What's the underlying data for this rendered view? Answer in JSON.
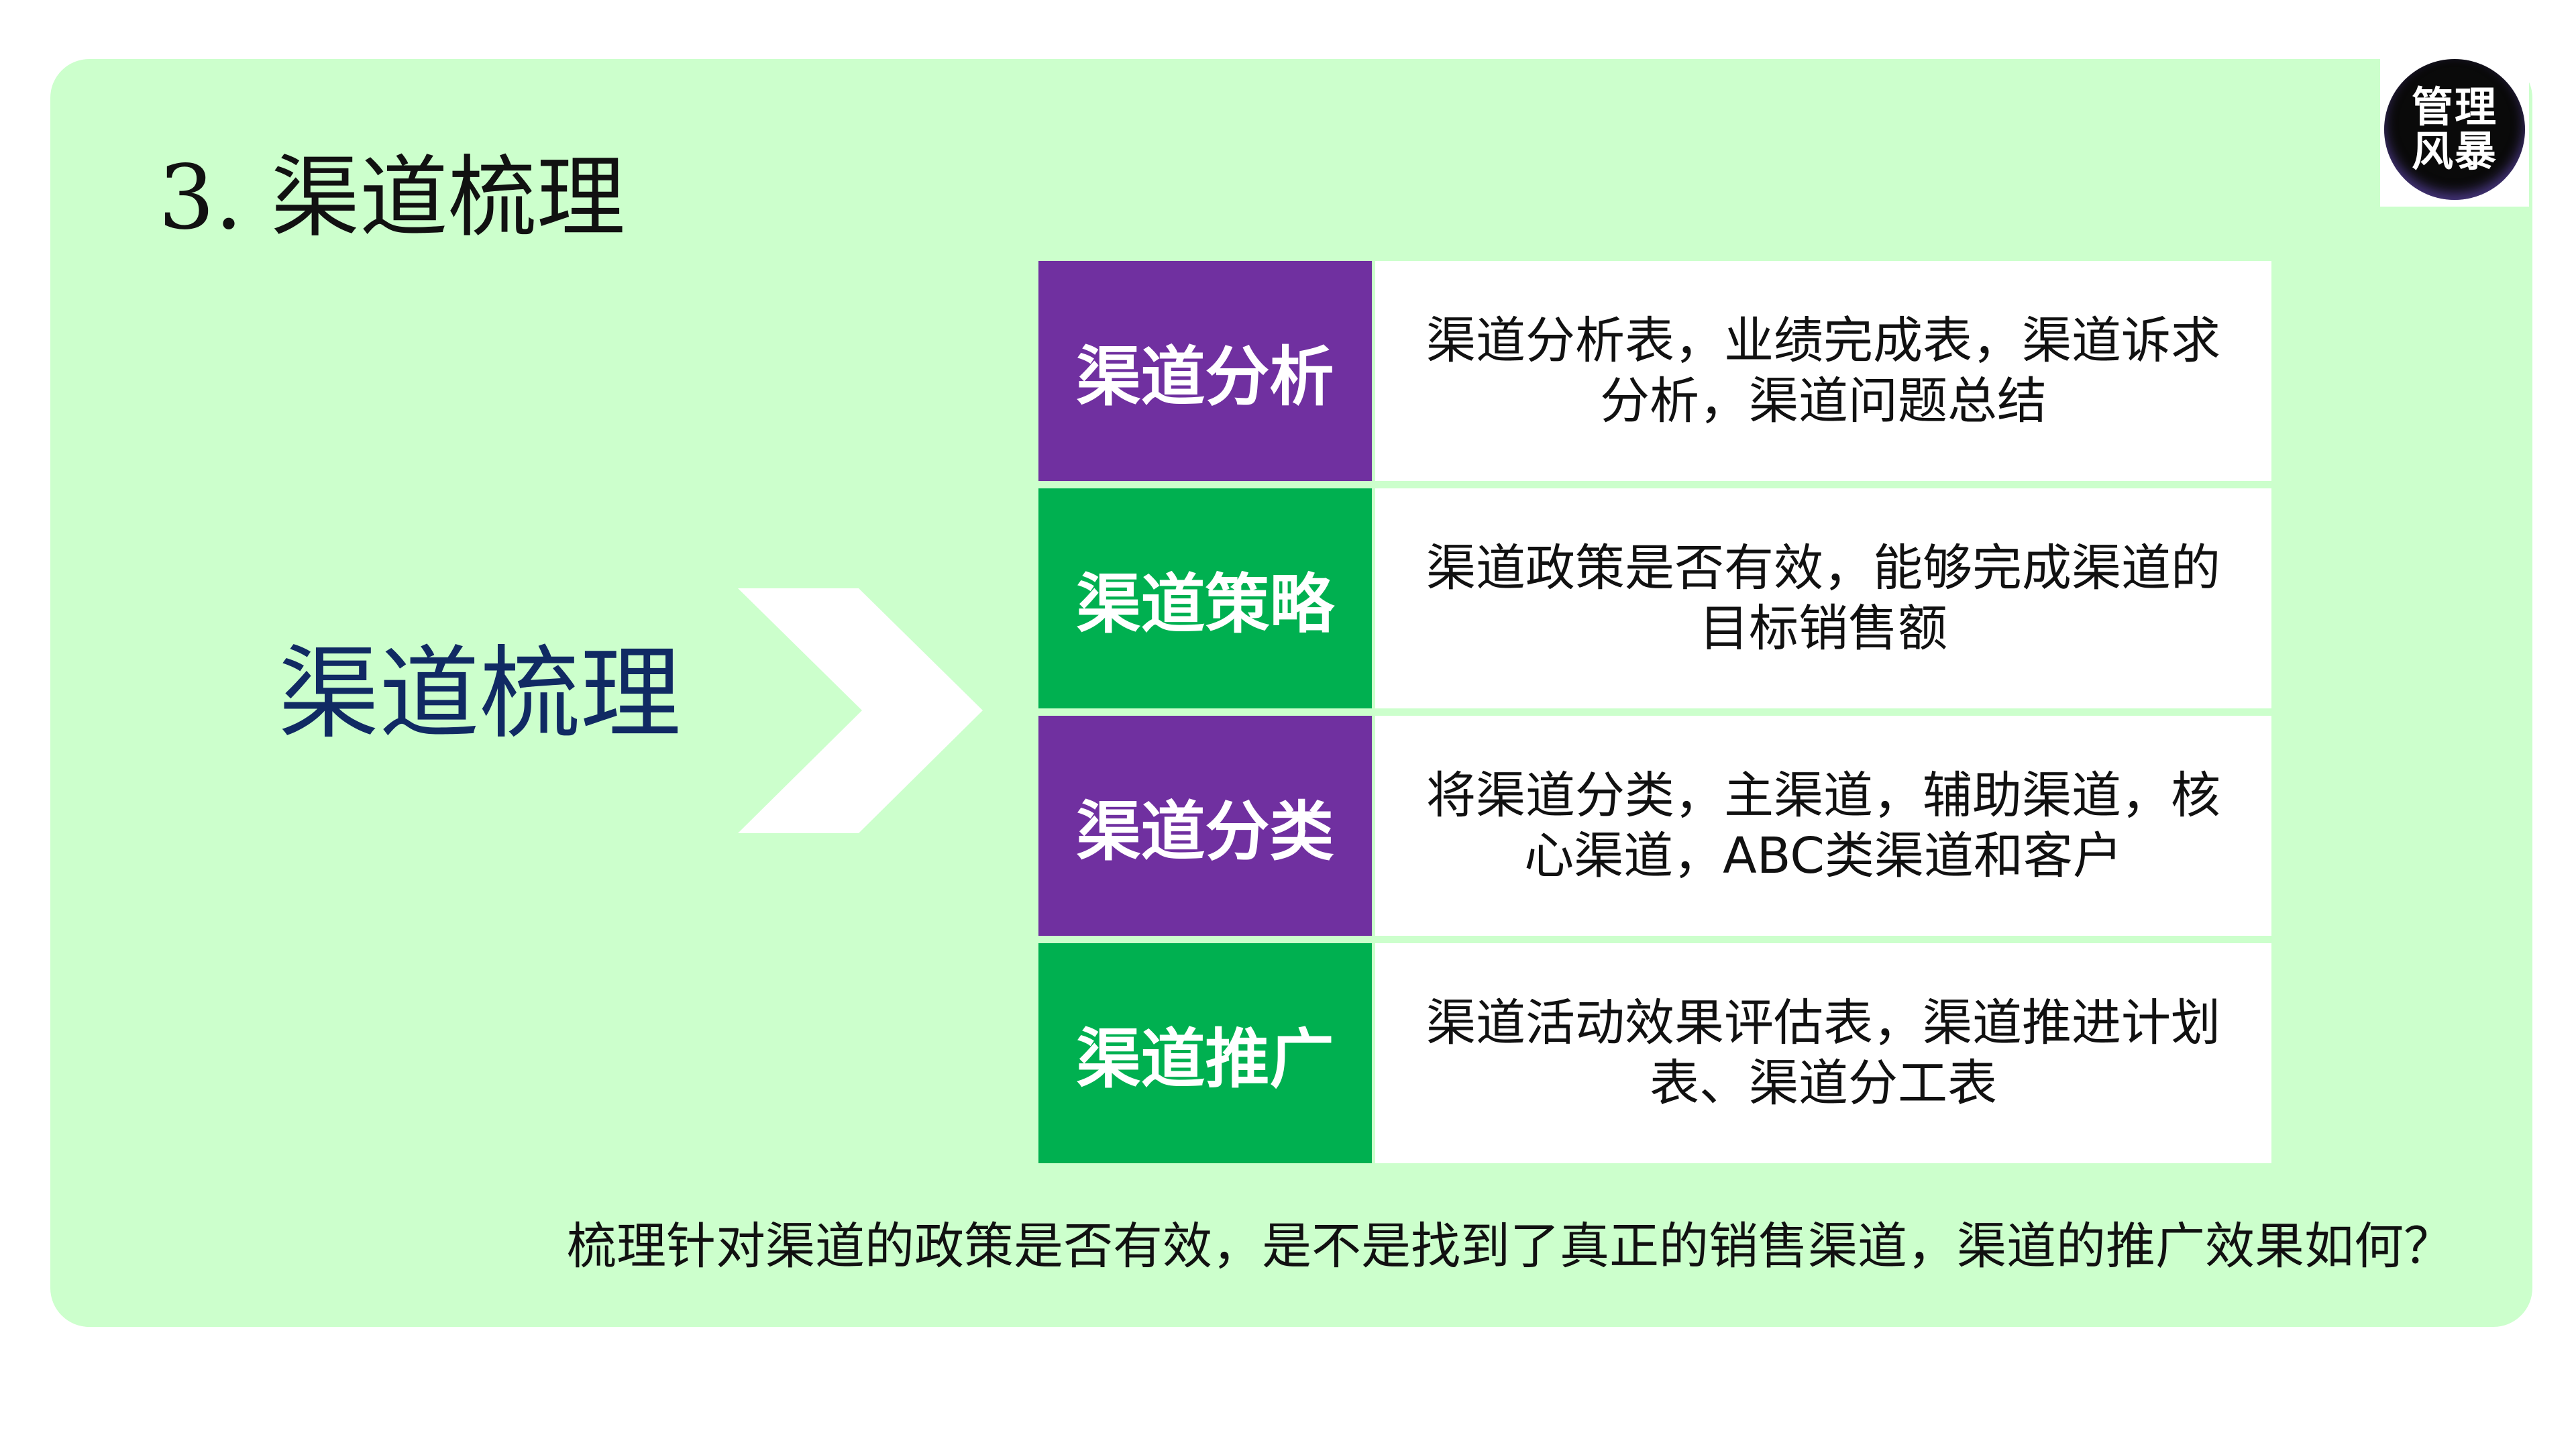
{
  "title": "3. 渠道梳理",
  "main_label": "渠道梳理",
  "logo": {
    "line1": "管理",
    "line2": "风暴"
  },
  "colors": {
    "panel": "#ccffcc",
    "purple": "#7030a0",
    "green": "#00b050",
    "main_label": "#102a63"
  },
  "rows": [
    {
      "category": "渠道分析",
      "description": "渠道分析表，业绩完成表，渠道诉求分析，渠道问题总结",
      "color": "purple"
    },
    {
      "category": "渠道策略",
      "description": "渠道政策是否有效，能够完成渠道的目标销售额",
      "color": "green"
    },
    {
      "category": "渠道分类",
      "description": "将渠道分类，主渠道，辅助渠道，核心渠道，ABC类渠道和客户",
      "color": "purple"
    },
    {
      "category": "渠道推广",
      "description": "渠道活动效果评估表，渠道推进计划表、渠道分工表",
      "color": "green"
    }
  ],
  "footnote": "梳理针对渠道的政策是否有效，是不是找到了真正的销售渠道，渠道的推广效果如何？"
}
